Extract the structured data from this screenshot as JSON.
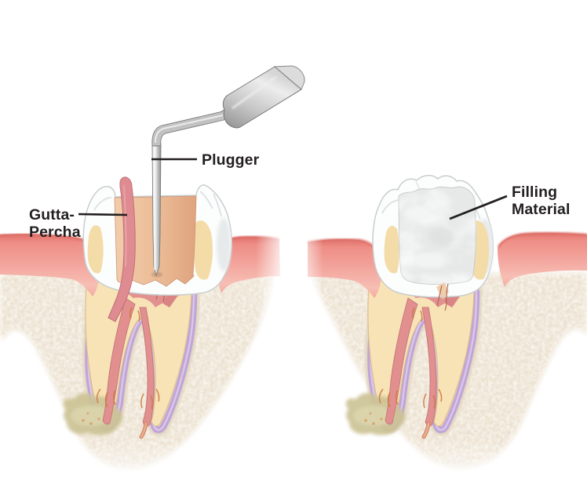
{
  "illustration": {
    "labels": {
      "plugger": {
        "text": "Plugger"
      },
      "gutta_percha": {
        "line1": "Gutta-",
        "line2": "Percha"
      },
      "filling_material": {
        "line1": "Filling",
        "line2": "Material"
      }
    },
    "palette": {
      "gum": "#F2A29A",
      "gum_edge": "#DC6E68",
      "bone": "#ECE2D2",
      "periodontal_ligament": "#C1A4D7",
      "dentin": "#F7E3B6",
      "pulp": "#E28F8F",
      "enamel": "#FCFDFD",
      "access_cavity": "#ECBE9B",
      "filling_material": "#E7E9E8",
      "abscess": "#CCC395",
      "instrument_metal": "#C2C2C2",
      "label_text": "#231F20"
    }
  }
}
